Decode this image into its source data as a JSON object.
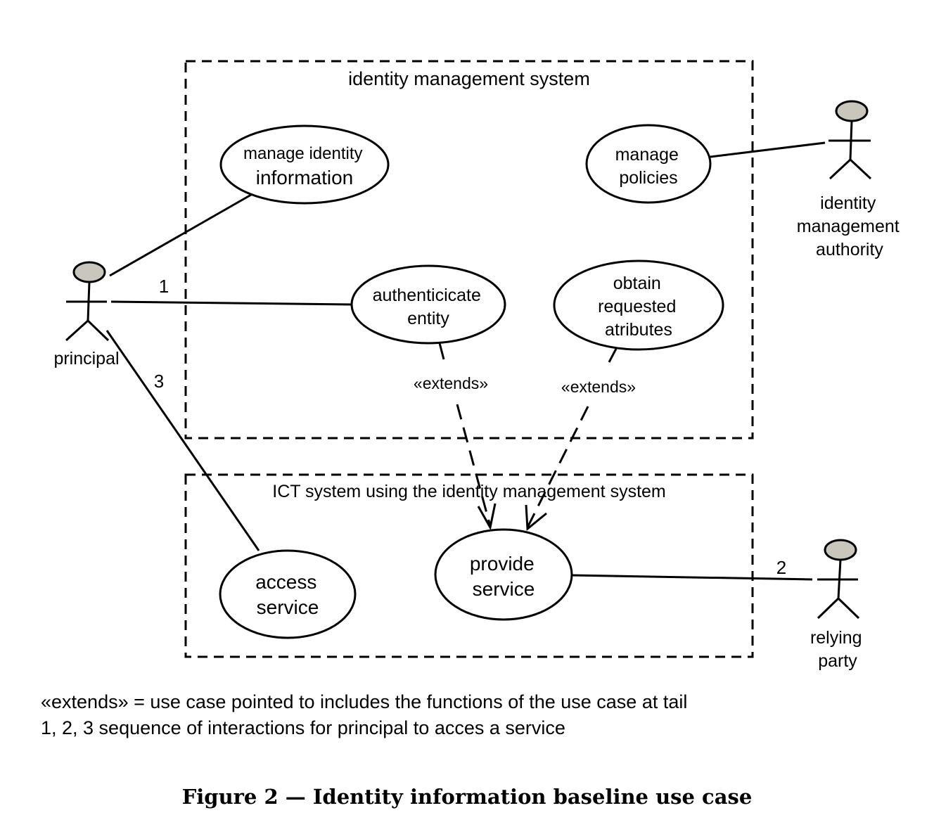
{
  "boundaries": {
    "idm": "identity management system",
    "ict": "ICT system using the identity management system"
  },
  "use_cases": {
    "manage_identity": [
      "manage identity",
      "information"
    ],
    "manage_policies": [
      "manage",
      "policies"
    ],
    "authenticate": [
      "authenticicate",
      "entity"
    ],
    "obtain": [
      "obtain",
      "requested",
      "atributes"
    ],
    "access_service": [
      "access",
      "service"
    ],
    "provide_service": [
      "provide",
      "service"
    ]
  },
  "actors": {
    "principal": [
      "principal"
    ],
    "authority": [
      "identity",
      "management",
      "authority"
    ],
    "relying_party": [
      "relying",
      "party"
    ]
  },
  "relations": {
    "extends_1": "«extends»",
    "extends_2": "«extends»",
    "seq_1": "1",
    "seq_2": "2",
    "seq_3": "3"
  },
  "notes": [
    "«extends» = use case pointed to includes the functions of the use case at  tail",
    "1, 2, 3 sequence of interactions for principal to acces a service"
  ],
  "caption": "Figure 2 — Identity information baseline use case",
  "colors": {
    "actor_head": "#c9c6bd",
    "line": "#000000"
  }
}
